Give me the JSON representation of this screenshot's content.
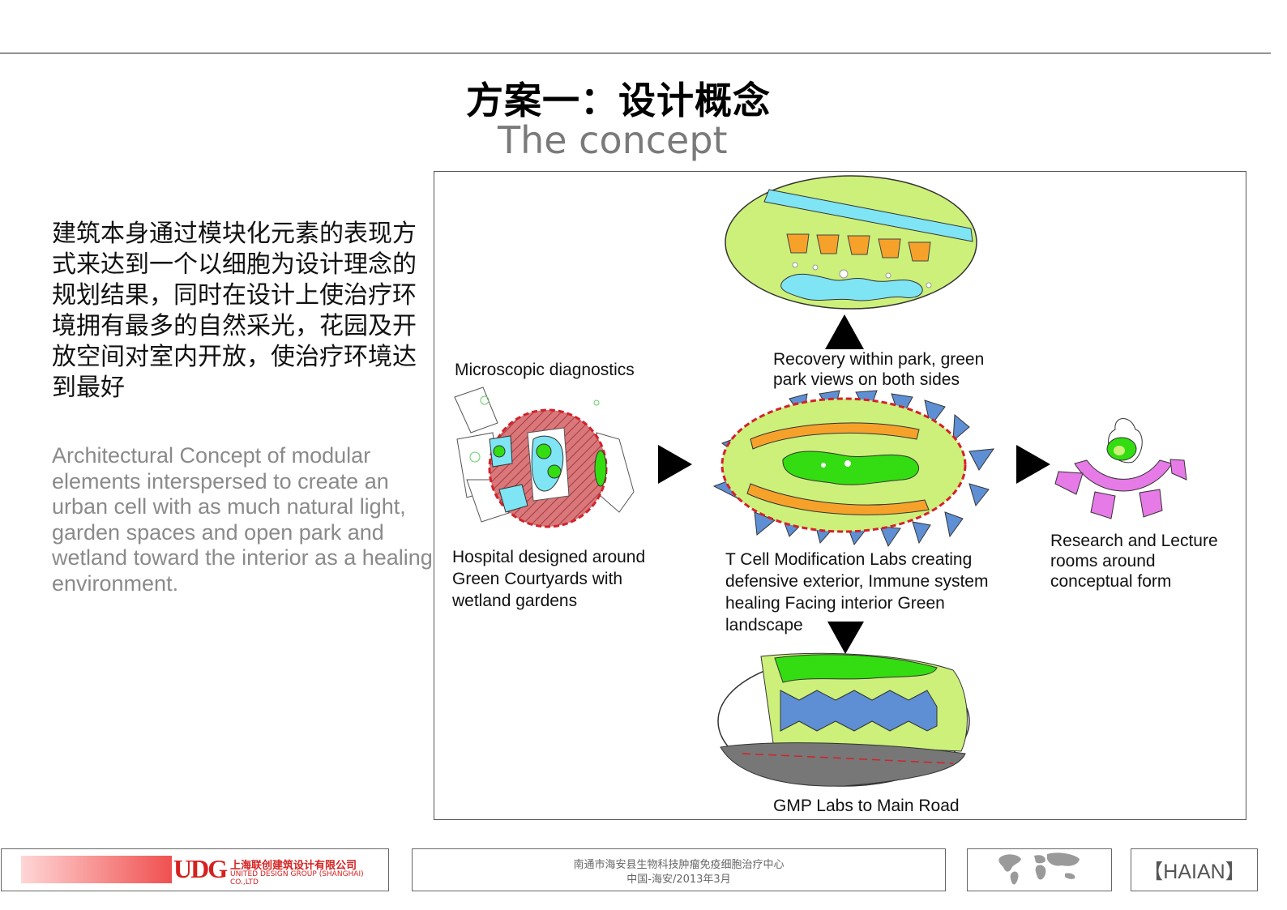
{
  "title_cn": "方案一：设计概念",
  "title_en": "The concept",
  "description_cn": "建筑本身通过模块化元素的表现方式来达到一个以细胞为设计理念的规划结果，同时在设计上使治疗环境拥有最多的自然采光，花园及开放空间对室内开放，使治疗环境达到最好",
  "description_en": "Architectural Concept of modular elements interspersed to create an urban cell with as  much natural light, garden spaces and open  park and wetland toward the interior as a healing environment.",
  "diagram": {
    "labels": {
      "microscopic": "Microscopic diagnostics",
      "hospital": "Hospital designed around\nGreen Courtyards with\nwetland gardens",
      "recovery": "Recovery within park, green\npark views on both sides",
      "tcell": "T Cell Modification Labs creating\ndefensive exterior, Immune system\nhealing  Facing interior Green\nlandscape",
      "research": "Research and Lecture\nrooms around\nconceptual form",
      "gmp": "GMP Labs to Main Road"
    },
    "colors": {
      "lime": "#ccf07a",
      "green": "#33dd11",
      "blue": "#5e8fd4",
      "cyan": "#7fe4f4",
      "orange": "#f6a22a",
      "red_dashed": "#d4212a",
      "magenta": "#e67ae6",
      "brick": "#c0504d"
    }
  },
  "footer": {
    "company_mark": "UDG",
    "company_cn": "上海联创建筑设计有限公司",
    "company_en": "UNITED DESIGN GROUP (SHANGHAI) CO.,LTD",
    "project_line1": "南通市海安县生物科技肿瘤免疫细胞治疗中心",
    "project_line2": "中国-海安/2013年3月",
    "map_icon": "world-map-icon",
    "location": "【HAIAN】"
  }
}
